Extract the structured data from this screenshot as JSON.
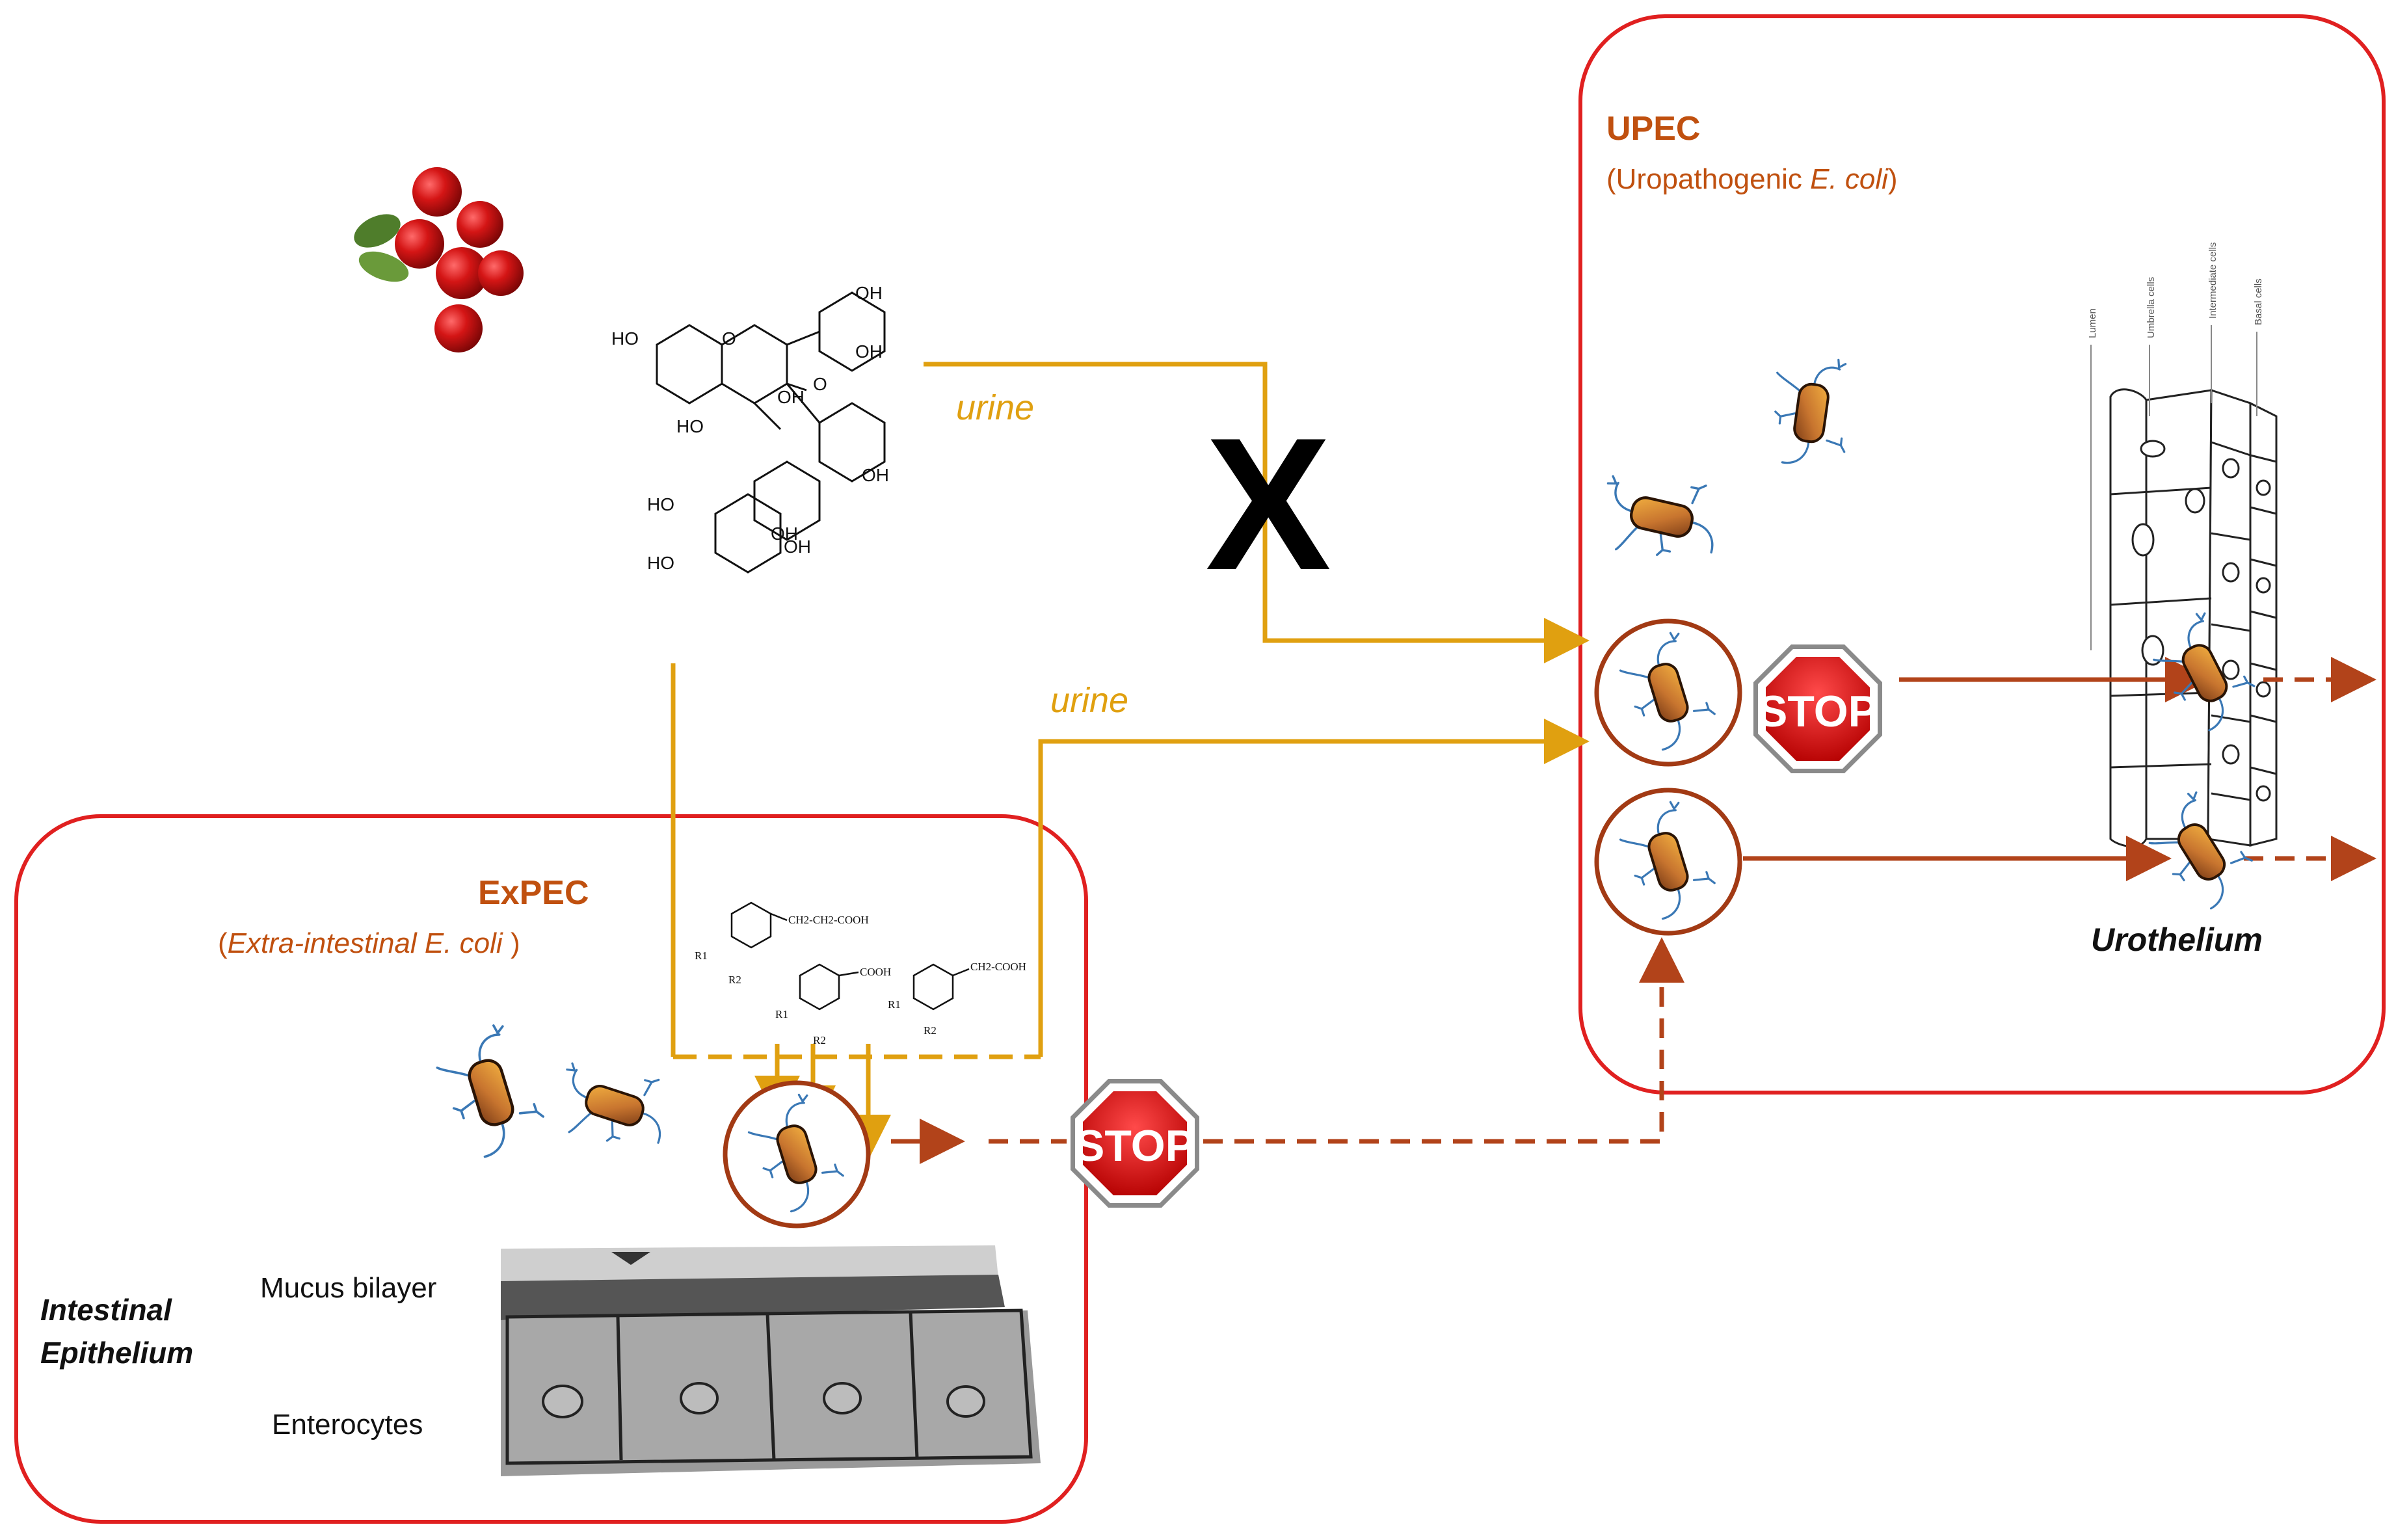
{
  "colors": {
    "panel_border": "#e02020",
    "urine_arrow": "#e0a010",
    "bacteria_arrow": "#b2431a",
    "title_text": "#c0500f",
    "stop_red": "#d40000",
    "bacterium_fill": "#c8752f",
    "flagella": "#3a78b5"
  },
  "expec": {
    "title": "ExPEC",
    "subtitle_pre": "(",
    "subtitle_italic": "Extra-intestinal E. coli",
    "subtitle_post": " )"
  },
  "upec": {
    "title": "UPEC",
    "subtitle_pre": "(Uropathogenic ",
    "subtitle_italic": "E. coli",
    "subtitle_post": ")"
  },
  "labels": {
    "urine_top": "urine",
    "urine_mid": "urine",
    "blocked_mark": "X",
    "stop": "STOP",
    "urothelium": "Urothelium",
    "intestinal_epithelium_line1": "Intestinal",
    "intestinal_epithelium_line2": "Epithelium",
    "mucus_bilayer": "Mucus bilayer",
    "enterocytes": "Enterocytes"
  },
  "urothelium_layers": [
    "Lumen",
    "Umbrella cells",
    "Intermediate cells",
    "Basal cells"
  ],
  "chemistry": {
    "pac_groups": [
      "HO",
      "OH",
      "OH",
      "O",
      "OH",
      "O",
      "OH",
      "HO",
      "OH",
      "HO",
      "HO",
      "OH"
    ],
    "metabolite_1": {
      "chain": "CH2-CH2-COOH",
      "r1": "R1",
      "r2": "R2"
    },
    "metabolite_2": {
      "chain": "COOH",
      "r1": "R1",
      "r2": "R2"
    },
    "metabolite_3": {
      "chain": "CH2-COOH",
      "r1": "R1",
      "r2": "R2"
    }
  },
  "icons": [
    "cranberries-icon",
    "bacterium-icon",
    "stop-sign-icon",
    "adhesion-inhibition-circle-icon"
  ]
}
